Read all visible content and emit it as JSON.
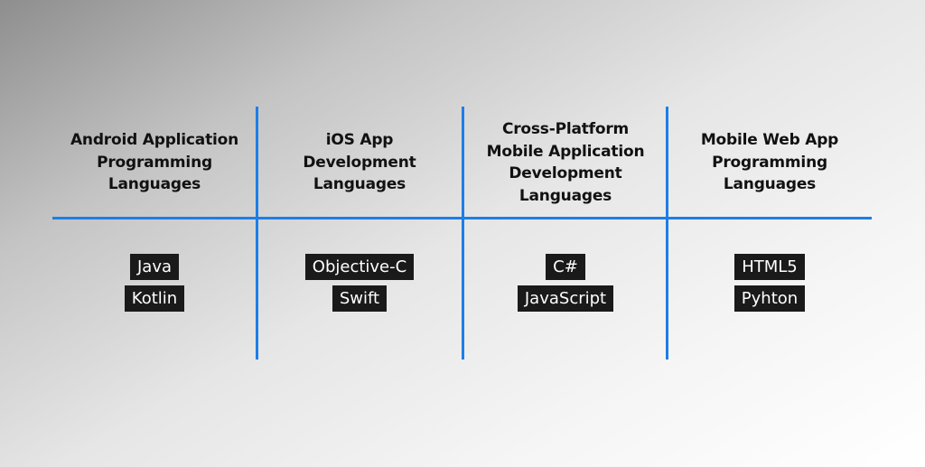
{
  "columns": [
    {
      "title": "Android Application Programming Languages",
      "languages": [
        "Java",
        "Kotlin"
      ]
    },
    {
      "title": "iOS App Development Languages",
      "languages": [
        "Objective-C",
        "Swift"
      ]
    },
    {
      "title": "Cross-Platform Mobile Application Development Languages",
      "languages": [
        "C#",
        "JavaScript"
      ]
    },
    {
      "title": "Mobile Web App Programming Languages",
      "languages": [
        "HTML5",
        "Pyhton"
      ]
    }
  ],
  "colors": {
    "divider": "#1e7ee6",
    "tag_bg": "#1a1a1a",
    "tag_text": "#ffffff"
  }
}
